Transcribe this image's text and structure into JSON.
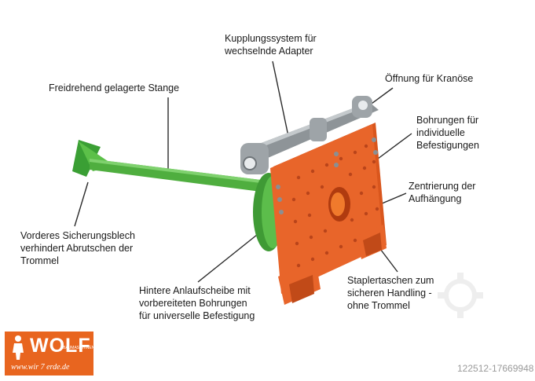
{
  "callouts": {
    "kupplung": "Kupplungssystem für\nwechselnde Adapter",
    "stange": "Freidrehend gelagerte Stange",
    "kranoese": "Öffnung für Kranöse",
    "bohrungen": "Bohrungen für\nindividuelle\nBefestigungen",
    "zentrierung": "Zentrierung der\nAufhängung",
    "sicherung": "Vorderes Sicherungsblech\nverhindert Abrutschen der\nTrommel",
    "anlauf": "Hintere Anlaufscheibe mit\nvorbereiteten Bohrungen\nfür universelle Befestigung",
    "stapler": "Staplertaschen zum\nsicheren Handling -\nohne Trommel"
  },
  "logo": {
    "brand": "WOLF",
    "subtitle": "BAUMASCHINEN",
    "url": "www.wir 7 erde.de"
  },
  "reference_number": "122512-17669948",
  "colors": {
    "plate": "#e8652a",
    "shaft": "#58b947",
    "coupling": "#9aa0a4",
    "logo_bg": "#e8651f"
  }
}
